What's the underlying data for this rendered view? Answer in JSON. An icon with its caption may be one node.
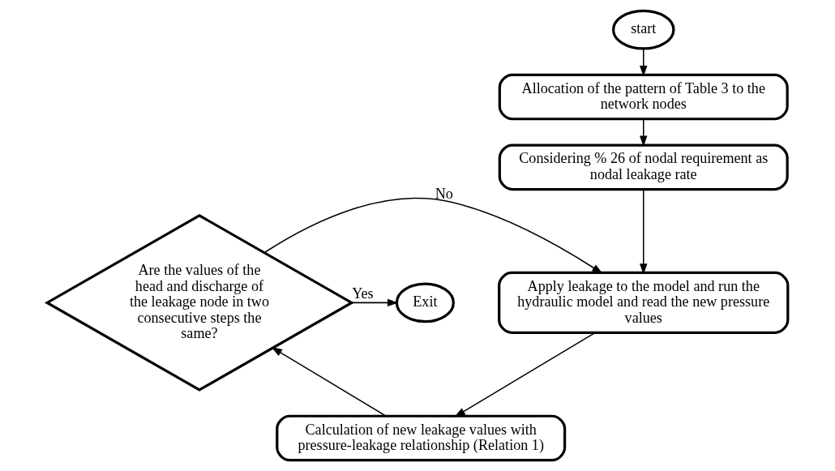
{
  "diagram": {
    "nodes": [
      {
        "text": [
          "start"
        ]
      },
      {
        "text": [
          "Allocation of the pattern of Table 3 to the network nodes"
        ]
      },
      {
        "text": [
          "Considering % 26 of nodal requirement as nodal leakage rate"
        ]
      },
      {
        "text": [
          "Apply leakage to the model and run the hydraulic model and read the new pressure values"
        ]
      },
      {
        "text": [
          "Calculation of new leakage values with pressure-leakage relationship (Relation 1)"
        ]
      },
      {
        "text": [
          "Are the values of the head and discharge of the leakage node in two consecutive steps the same?"
        ]
      },
      {
        "text": [
          "Exit"
        ]
      }
    ],
    "edges": [
      {
        "from": 0,
        "to": 1,
        "arrow": "to"
      },
      {
        "from": 1,
        "to": 2,
        "arrow": "to"
      },
      {
        "from": 2,
        "to": 3,
        "arrow": "to"
      },
      {
        "from": 3,
        "to": 4,
        "arrow": "to"
      },
      {
        "from": 4,
        "to": 5,
        "arrow": "to"
      },
      {
        "from": 5,
        "to": 3,
        "arrow": "to",
        "label": "No"
      },
      {
        "from": 5,
        "to": 6,
        "arrow": "to",
        "label": "Yes"
      }
    ]
  }
}
